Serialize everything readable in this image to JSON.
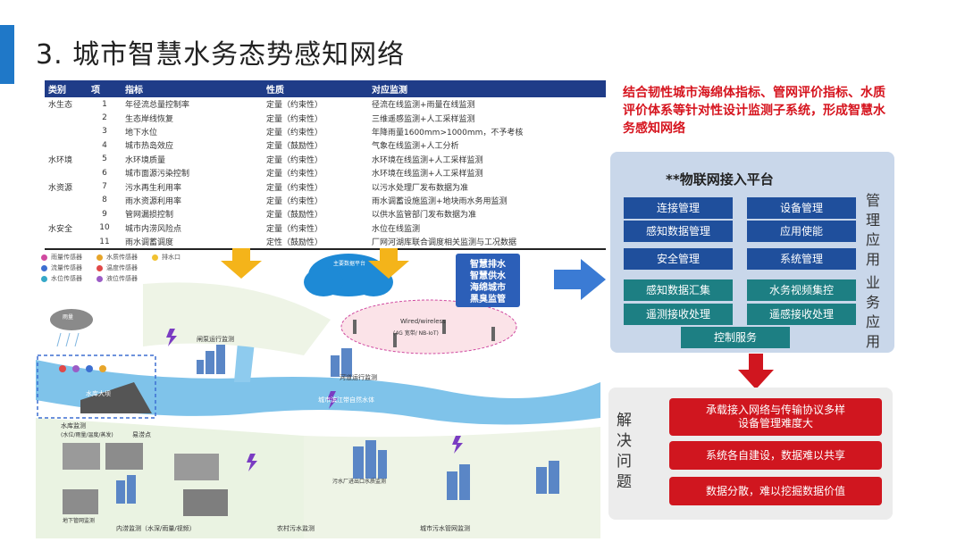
{
  "title": "3. 城市智慧水务态势感知网络",
  "table": {
    "headers": [
      "类别",
      "项",
      "指标",
      "性质",
      "对应监测"
    ],
    "rows": [
      [
        "水生态",
        "1",
        "年径流总量控制率",
        "定量（约束性）",
        "径流在线监测+雨量在线监测"
      ],
      [
        "",
        "2",
        "生态岸线恢复",
        "定量（约束性）",
        "三维遥感监测+人工采样监测"
      ],
      [
        "",
        "3",
        "地下水位",
        "定量（约束性）",
        "年降雨量1600mm>1000mm，不予考核"
      ],
      [
        "",
        "4",
        "城市热岛效应",
        "定量（鼓励性）",
        "气象在线监测+人工分析"
      ],
      [
        "水环境",
        "5",
        "水环境质量",
        "定量（约束性）",
        "水环境在线监测+人工采样监测"
      ],
      [
        "",
        "6",
        "城市面源污染控制",
        "定量（约束性）",
        "水环境在线监测+人工采样监测"
      ],
      [
        "水资源",
        "7",
        "污水再生利用率",
        "定量（约束性）",
        "以污水处理厂发布数据为准"
      ],
      [
        "",
        "8",
        "雨水资源利用率",
        "定量（约束性）",
        "雨水调蓄设施监测+地块雨水务用监测"
      ],
      [
        "",
        "9",
        "管网漏损控制",
        "定量（鼓励性）",
        "以供水监管部门发布数据为准"
      ],
      [
        "水安全",
        "10",
        "城市内涝风险点",
        "定量（约束性）",
        "水位在线监测"
      ],
      [
        "",
        "11",
        "雨水调蓄调度",
        "定性（鼓励性）",
        "厂网河湖库联合调度相关监测与工况数据"
      ]
    ]
  },
  "infographic": {
    "legend": [
      {
        "label": "雨量传感器",
        "color": "#d04aa0"
      },
      {
        "label": "水质传感器",
        "color": "#e7a52a"
      },
      {
        "label": "排水口",
        "color": "#f1c232"
      },
      {
        "label": "流量传感器",
        "color": "#3d6fd1"
      },
      {
        "label": "温度传感器",
        "color": "#e04848"
      },
      {
        "label": "水位传感器",
        "color": "#35a8c8"
      },
      {
        "label": "液位传感器",
        "color": "#9b5cc6"
      }
    ],
    "cloud_label": "主要数据平台",
    "smart_box": "智慧排水\n智慧供水\n海绵城市\n黑臭监管",
    "wireless_label": "Wired/wireless",
    "wireless_sub": "(4G 宽带/ NB-IoT)",
    "reservoir": "水库大坝",
    "river_label": "城市滨江带自然水体",
    "labels": {
      "l1": "雨量",
      "l2": "闸泵运行监测",
      "l3": "河道运行监测",
      "l4": "水库监测",
      "l5": "(水位/雨量/温度/蒸发)",
      "l6": "易涝点",
      "l7": "内涝监测（水深/雨量/视频）",
      "l8": "农村污水监测",
      "l9": "城市污水管网监测",
      "l10": "地下管网监测",
      "l11": "污水厂进出口水质监测"
    }
  },
  "right": {
    "red_text": "结合韧性城市海绵体指标、管网评价指标、水质评价体系等针对性设计监测子系统，形成智慧水务感知网络",
    "platform_title": "**物联网接入平台",
    "mgmt_label": "管理应用",
    "biz_label": "业务应用",
    "buttons": {
      "connect": "连接管理",
      "device": "设备管理",
      "sensedata": "感知数据管理",
      "appenable": "应用使能",
      "security": "安全管理",
      "system": "系统管理",
      "aggregate": "感知数据汇集",
      "video": "水务视频集控",
      "telemetry": "遥测接收处理",
      "remotesense": "遥感接收处理",
      "control": "控制服务"
    },
    "problem_label": "解决问题",
    "problems": [
      "承载接入网络与传输协议多样\n设备管理难度大",
      "系统各自建设，数据难以共享",
      "数据分散，难以挖掘数据价值"
    ]
  },
  "colors": {
    "accent": "#1f78c8",
    "table_header": "#1f3c88",
    "red": "#d0161f",
    "platform_bg": "#c9d7ea",
    "button_blue": "#1f4f9c",
    "button_teal": "#1d7f83"
  }
}
